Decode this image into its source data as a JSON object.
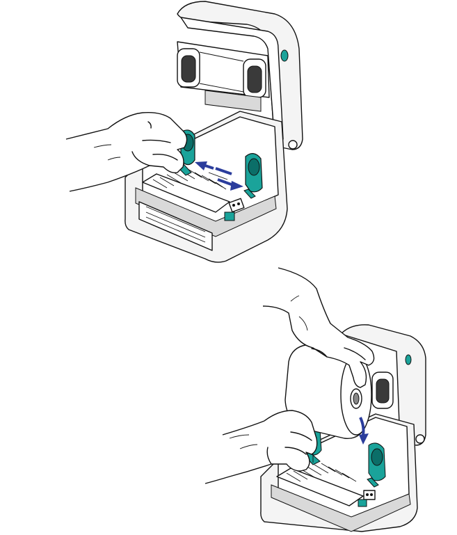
{
  "figure": {
    "steps": [
      {
        "id": "step-1",
        "elements": [
          "printer-open",
          "hand-left",
          "roll-holder-left",
          "roll-holder-right",
          "arrow-pair"
        ]
      },
      {
        "id": "step-2",
        "elements": [
          "printer-open",
          "hand-top",
          "hand-left",
          "media-roll",
          "roll-holder-left",
          "roll-holder-right",
          "down-arrow"
        ]
      }
    ],
    "colors": {
      "outline": "#111111",
      "holder_teal": "#1aa39a",
      "holder_teal_dark": "#0b6e68",
      "arrow_blue": "#2b3d9c",
      "body_fill": "#f4f4f4"
    },
    "icons": [
      "printer-icon",
      "hand-icon",
      "media-roll-icon",
      "double-arrow-icon",
      "down-arrow-icon"
    ]
  }
}
